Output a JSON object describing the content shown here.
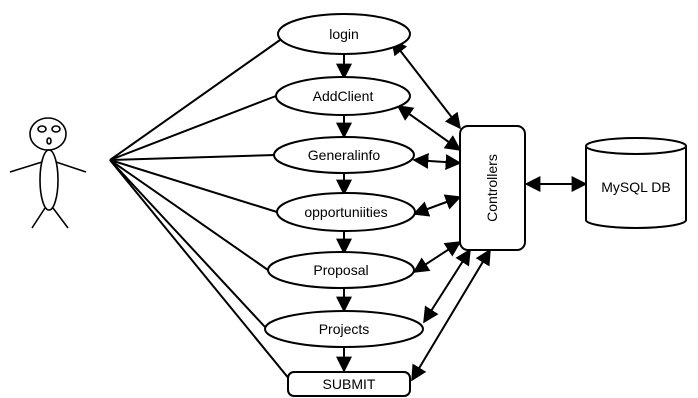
{
  "use_cases": [
    {
      "id": "login",
      "label": "login"
    },
    {
      "id": "addclient",
      "label": "AddClient"
    },
    {
      "id": "generalinfo",
      "label": "Generalinfo"
    },
    {
      "id": "opportunities",
      "label": "opportuniities"
    },
    {
      "id": "proposal",
      "label": "Proposal"
    },
    {
      "id": "projects",
      "label": "Projects"
    }
  ],
  "submit": {
    "label": "SUBMIT"
  },
  "controllers": {
    "label": "Controllers"
  },
  "database": {
    "label": "MySQL DB"
  }
}
